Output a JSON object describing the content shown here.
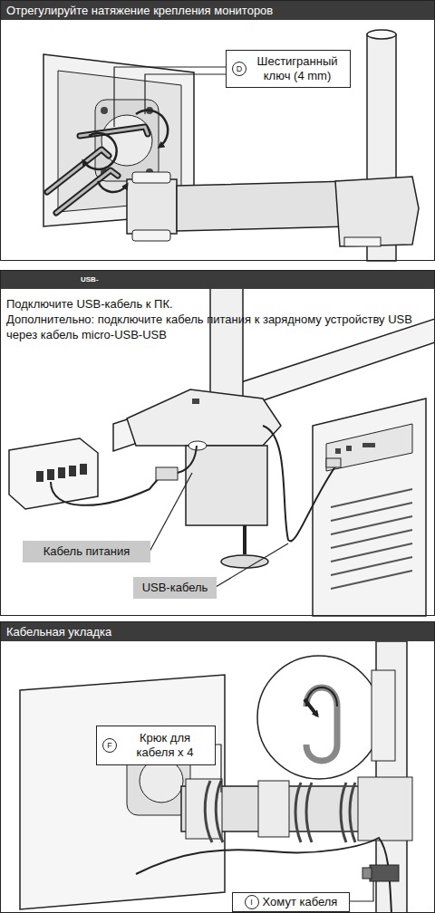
{
  "diagram": {
    "nodes": [
      {
        "text": [
          "Отрегулируйте натяжение крепления мониторов"
        ]
      },
      {
        "text": [
          "D",
          "Шестигранный ключ (4 mm)"
        ],
        "in": 0
      },
      {
        "text": [
          "USB-",
          "Подключите USB-кабель к ПК.",
          "Дополнительно: подключите кабель питания к зарядному устройству USB через кабель micro-USB-USB"
        ]
      },
      {
        "text": [
          "Кабель питания"
        ],
        "in": 2
      },
      {
        "text": [
          "USB-кабель"
        ],
        "in": 2
      },
      {
        "text": [
          "Кабельная укладка"
        ]
      },
      {
        "text": [
          "F",
          "Крюк для кабеля x 4"
        ],
        "in": 5
      },
      {
        "text": [
          "I",
          "Хомут кабеля"
        ],
        "in": 5
      }
    ]
  }
}
